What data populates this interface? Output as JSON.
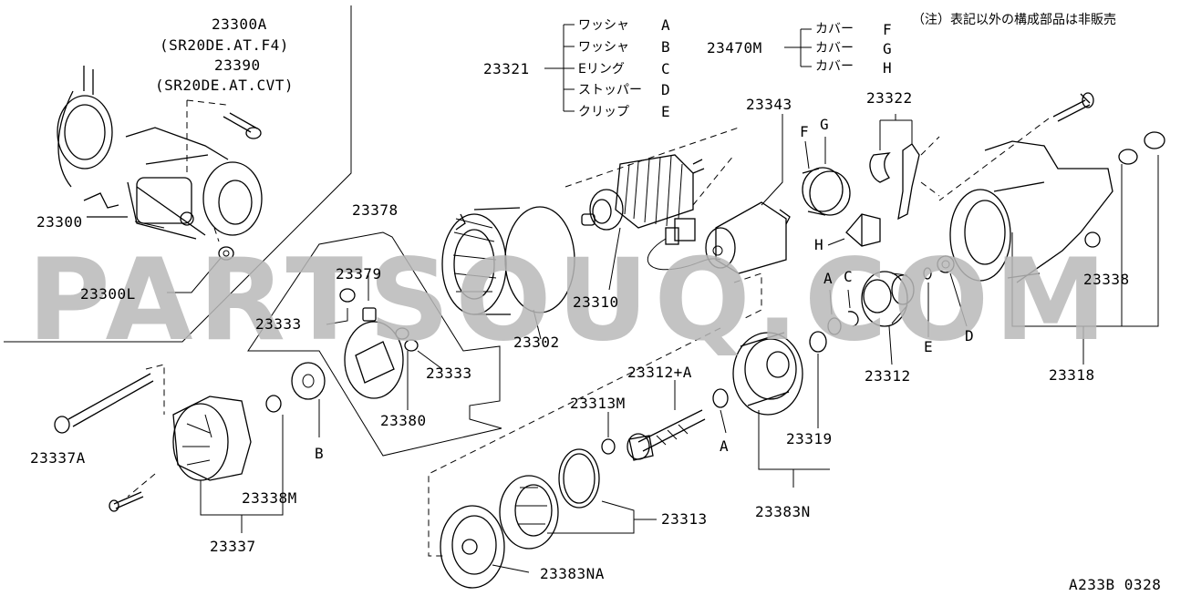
{
  "watermark": "PARTSOUQ.COM",
  "note": "（注）表記以外の構成部品は非販売",
  "diagram_code": "A233B 0328",
  "assembly_labels": {
    "a23300A": "23300A",
    "a23300A_sub": "(SR20DE.AT.F4)",
    "a23390": "23390",
    "a23390_sub": "(SR20DE.AT.CVT)",
    "a23300": "23300",
    "a23300L": "23300L"
  },
  "group_23321": {
    "code": "23321",
    "items": [
      {
        "name": "ワッシャ",
        "letter": "A"
      },
      {
        "name": "ワッシャ",
        "letter": "B"
      },
      {
        "name": "Eリング",
        "letter": "C"
      },
      {
        "name": "ストッパー",
        "letter": "D"
      },
      {
        "name": "クリップ",
        "letter": "E"
      }
    ]
  },
  "group_23470M": {
    "code": "23470M",
    "items": [
      {
        "name": "カバー",
        "letter": "F"
      },
      {
        "name": "カバー",
        "letter": "G"
      },
      {
        "name": "カバー",
        "letter": "H"
      }
    ]
  },
  "part_labels": {
    "p23343": "23343",
    "p23322": "23322",
    "p23378": "23378",
    "p23379": "23379",
    "p23333a": "23333",
    "p23333b": "23333",
    "p23380": "23380",
    "p23310": "23310",
    "p23302": "23302",
    "p23312": "23312",
    "p23338": "23338",
    "p23318": "23318",
    "p23337A": "23337A",
    "p23338M": "23338M",
    "p23337": "23337",
    "p23312A": "23312+A",
    "p23313M": "23313M",
    "p23319": "23319",
    "p23383N": "23383N",
    "p23313": "23313",
    "p23383NA": "23383NA"
  },
  "letter_tags": {
    "F": "F",
    "G": "G",
    "H": "H",
    "A1": "A",
    "C": "C",
    "E": "E",
    "D": "D",
    "B": "B",
    "A2": "A"
  }
}
